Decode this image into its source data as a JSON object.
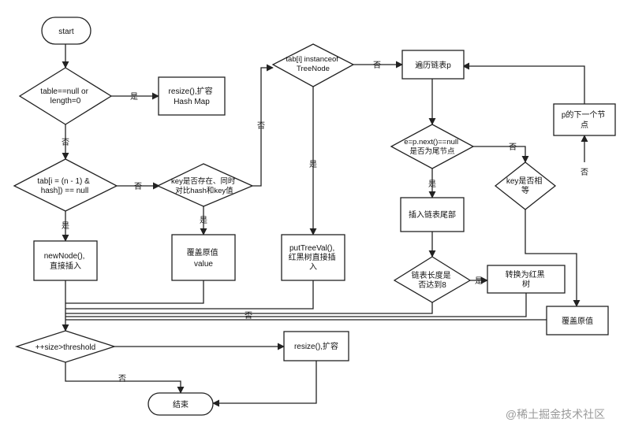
{
  "colors": {
    "line": "#222222",
    "fill": "#ffffff",
    "watermark": "#9a9a9a"
  },
  "nodes": {
    "start": "start",
    "table_check": [
      "table==null or",
      "length=0"
    ],
    "resize_init": [
      "resize(),扩容",
      "Hash Map"
    ],
    "bucket_check": [
      "tab[i = (n - 1) &",
      "hash]) == null"
    ],
    "new_node": [
      "newNode(),",
      "直接插入"
    ],
    "key_exists": [
      "key是否存在、同时",
      "对比hash和key值"
    ],
    "overwrite_value": [
      "覆盖原值",
      "value"
    ],
    "tree_check": [
      "tab[i] instanceof",
      "TreeNode"
    ],
    "put_tree_val": [
      "putTreeVal(),",
      "红黑树直接插",
      "入"
    ],
    "traverse_list": "遍历链表p",
    "is_tail": [
      "e=p.next()==null",
      "是否为尾节点"
    ],
    "insert_tail": "插入链表尾部",
    "length_check": [
      "链表长度是",
      "否达到8"
    ],
    "to_tree": [
      "转换为红黑",
      "树"
    ],
    "key_equal": [
      "key是否相",
      "等"
    ],
    "next_node": [
      "p的下一个节",
      "点"
    ],
    "overwrite": "覆盖原值",
    "size_check": "++size>threshold",
    "resize": "resize(),扩容",
    "end": "结束"
  },
  "labels": {
    "yes": "是",
    "no": "否"
  },
  "watermark": "@稀土掘金技术社区"
}
